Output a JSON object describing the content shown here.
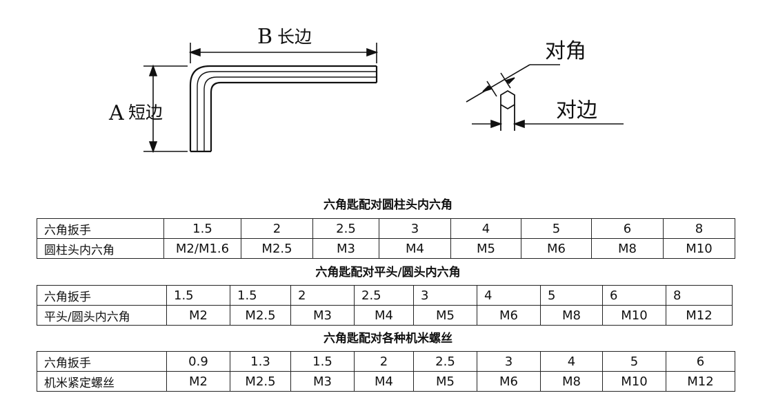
{
  "diagram": {
    "long_side": {
      "letter": "B",
      "text": "长边"
    },
    "short_side": {
      "letter": "A",
      "text": "短边"
    },
    "across_corners": "对角",
    "across_flats": "对边"
  },
  "tables": [
    {
      "title": "六角匙配对圆柱头内六角",
      "rows": [
        {
          "header": "六角扳手",
          "cells": [
            "1.5",
            "2",
            "2.5",
            "3",
            "4",
            "5",
            "6",
            "8"
          ]
        },
        {
          "header": "圆柱头内六角",
          "cells": [
            "M2/M1.6",
            "M2.5",
            "M3",
            "M4",
            "M5",
            "M6",
            "M8",
            "M10"
          ]
        }
      ]
    },
    {
      "title": "六角匙配对平头/圆头内六角",
      "rows": [
        {
          "header": "六角扳手",
          "cells": [
            "1.5",
            "1.5",
            "2",
            "2.5",
            "3",
            "4",
            "5",
            "6",
            "8"
          ]
        },
        {
          "header": "平头/圆头内六角",
          "cells": [
            "M2",
            "M2.5",
            "M3",
            "M4",
            "M5",
            "M6",
            "M8",
            "M10",
            "M12"
          ]
        }
      ]
    },
    {
      "title": "六角匙配对各种机米螺丝",
      "rows": [
        {
          "header": "六角扳手",
          "cells": [
            "0.9",
            "1.3",
            "1.5",
            "2",
            "2.5",
            "3",
            "4",
            "5",
            "6"
          ]
        },
        {
          "header": "机米紧定螺丝",
          "cells": [
            "M2",
            "M2.5",
            "M3",
            "M4",
            "M5",
            "M6",
            "M8",
            "M10",
            "M12"
          ]
        }
      ]
    }
  ]
}
